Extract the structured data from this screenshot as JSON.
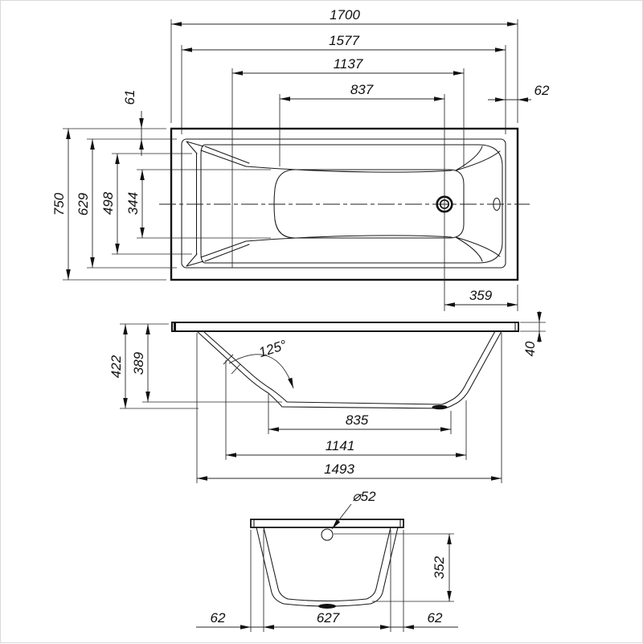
{
  "colors": {
    "line": "#141414",
    "background": "#ffffff"
  },
  "drawing": {
    "top_view": {
      "overall_length": "1700",
      "rim_inner_length": "1577",
      "basin_length": "1137",
      "backrest_to_drain": "837",
      "rim_border_right": "62",
      "rim_border_top": "61",
      "overall_width": "750",
      "rim_inner_width": "629",
      "basin_top_width": "498",
      "basin_floor_width": "344",
      "drain_to_edge": "359"
    },
    "side_view": {
      "overall_height": "422",
      "interior_depth": "389",
      "backrest_angle": "125°",
      "rim_edge_height": "40",
      "floor_flat_length": "835",
      "base_length": "1141",
      "shell_length": "1493"
    },
    "end_view": {
      "overflow_diameter": "⌀52",
      "interior_depth": "352",
      "left_offset": "62",
      "floor_width": "627",
      "right_offset": "62"
    }
  }
}
